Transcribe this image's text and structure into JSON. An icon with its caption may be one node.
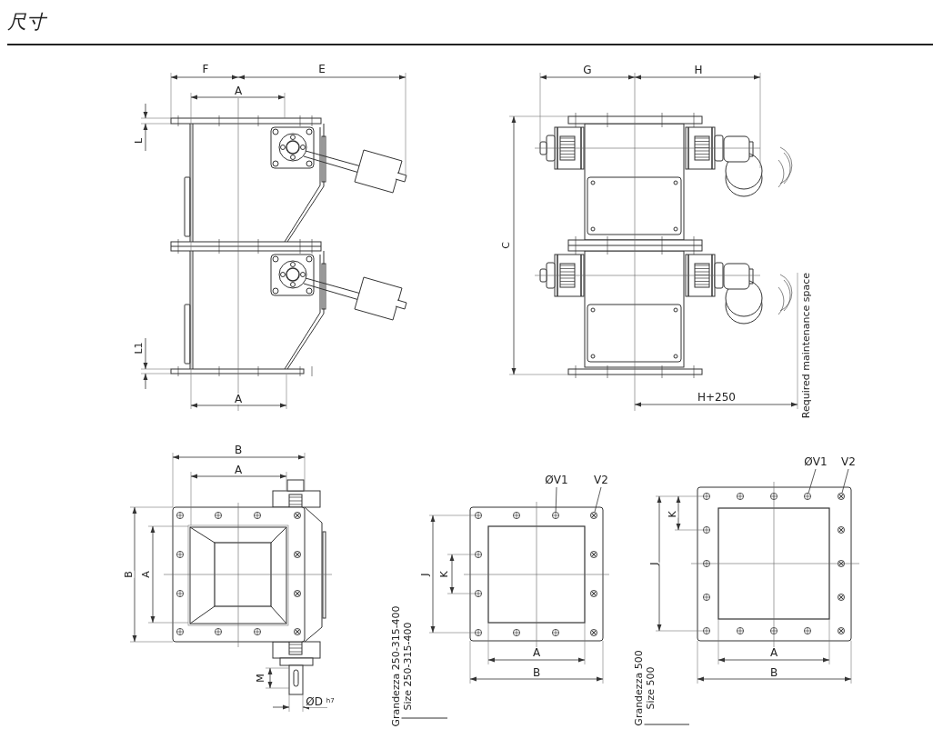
{
  "diagram": {
    "title": "尺寸",
    "nodes": [
      {
        "text": [
          "ØV1"
        ]
      },
      {
        "text": [
          "V2"
        ]
      },
      {
        "text": [],
        "shape": "circle"
      },
      {
        "text": [],
        "shape": "circle"
      },
      {
        "text": [
          "ØV1"
        ]
      },
      {
        "text": [
          "V2"
        ]
      },
      {
        "text": [],
        "shape": "circle"
      },
      {
        "text": [],
        "shape": "circle"
      }
    ],
    "edges": [
      {
        "from": 0,
        "to": 2,
        "arrow": "none"
      },
      {
        "from": 1,
        "to": 3,
        "arrow": "none"
      },
      {
        "from": 4,
        "to": 6,
        "arrow": "none"
      },
      {
        "from": 5,
        "to": 7,
        "arrow": "none"
      }
    ],
    "labels": [
      "F",
      "E",
      "A",
      "L",
      "L1",
      "A",
      "G",
      "H",
      "C",
      "H+250",
      "Required maintenance space",
      "B",
      "A",
      "B",
      "A",
      "M",
      "ØD $^{h7}$",
      "J",
      "K",
      "A",
      "B",
      "Grandezza 250-315-400",
      "Size 250-315-400",
      "J",
      "K",
      "A",
      "B",
      "Grandezza 500",
      "Size 500"
    ]
  }
}
